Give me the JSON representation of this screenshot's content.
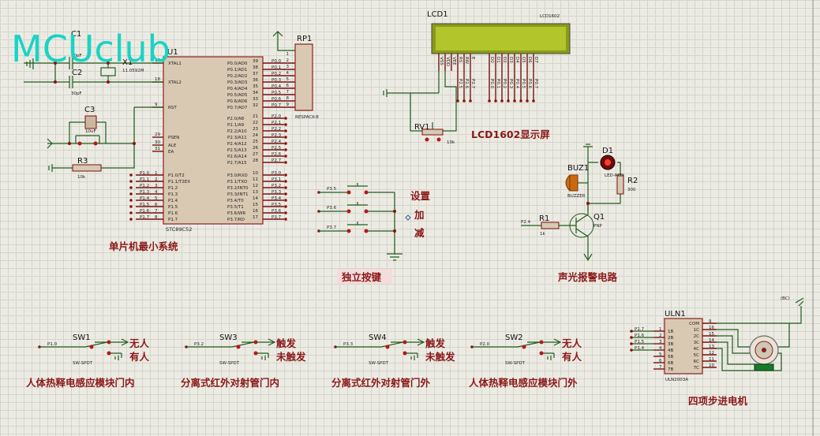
{
  "logo": "MCUclub",
  "mcu": {
    "ref": "U1",
    "part": "STC89C52",
    "left_pins": [
      {
        "n": "19",
        "name": "XTAL1"
      },
      {
        "n": "18",
        "name": "XTAL2"
      },
      {
        "n": "9",
        "name": "RST"
      },
      {
        "n": "29",
        "name": "PSEN"
      },
      {
        "n": "30",
        "name": "ALE"
      },
      {
        "n": "31",
        "name": "EA"
      }
    ],
    "p1_pins": [
      {
        "n": "1",
        "name": "P1.0/T2",
        "net": "P1.0"
      },
      {
        "n": "2",
        "name": "P1.1/T2EX",
        "net": "P1.1"
      },
      {
        "n": "3",
        "name": "P1.2",
        "net": "P1.2"
      },
      {
        "n": "4",
        "name": "P1.3",
        "net": "P1.3"
      },
      {
        "n": "5",
        "name": "P1.4",
        "net": "P1.4"
      },
      {
        "n": "6",
        "name": "P1.5",
        "net": "P1.5"
      },
      {
        "n": "7",
        "name": "P1.6",
        "net": "P1.6"
      },
      {
        "n": "8",
        "name": "P1.7",
        "net": "P1.7"
      }
    ],
    "p0_pins": [
      {
        "n": "39",
        "name": "P0.0/AD0",
        "net": "P0.0"
      },
      {
        "n": "38",
        "name": "P0.1/AD1",
        "net": "P0.1"
      },
      {
        "n": "37",
        "name": "P0.2/AD2",
        "net": "P0.2"
      },
      {
        "n": "36",
        "name": "P0.3/AD3",
        "net": "P0.3"
      },
      {
        "n": "35",
        "name": "P0.4/AD4",
        "net": "P0.4"
      },
      {
        "n": "34",
        "name": "P0.5/AD5",
        "net": "P0.5"
      },
      {
        "n": "33",
        "name": "P0.6/AD6",
        "net": "P0.6"
      },
      {
        "n": "32",
        "name": "P0.7/AD7",
        "net": "P0.7"
      }
    ],
    "p2_pins": [
      {
        "n": "21",
        "name": "P2.0/A8",
        "net": "P2.0"
      },
      {
        "n": "22",
        "name": "P2.1/A9",
        "net": "P2.1"
      },
      {
        "n": "23",
        "name": "P2.2/A10",
        "net": "P2.2"
      },
      {
        "n": "24",
        "name": "P2.3/A11",
        "net": "P2.3"
      },
      {
        "n": "25",
        "name": "P2.4/A12",
        "net": "P2.4"
      },
      {
        "n": "26",
        "name": "P2.5/A13",
        "net": "P2.5"
      },
      {
        "n": "27",
        "name": "P2.6/A14",
        "net": "P2.6"
      },
      {
        "n": "28",
        "name": "P2.7/A15",
        "net": "P2.7"
      }
    ],
    "p3_pins": [
      {
        "n": "10",
        "name": "P3.0/RXD",
        "net": "P3.0"
      },
      {
        "n": "11",
        "name": "P3.1/TXD",
        "net": "P3.1"
      },
      {
        "n": "12",
        "name": "P3.2/INT0",
        "net": "P3.2"
      },
      {
        "n": "13",
        "name": "P3.3/INT1",
        "net": "P3.3"
      },
      {
        "n": "14",
        "name": "P3.4/T0",
        "net": "P3.4"
      },
      {
        "n": "15",
        "name": "P3.5/T1",
        "net": "P3.5"
      },
      {
        "n": "16",
        "name": "P3.6/WR",
        "net": "P3.6"
      },
      {
        "n": "17",
        "name": "P3.7/RD",
        "net": "P3.7"
      }
    ]
  },
  "c1": {
    "ref": "C1",
    "value": "30pF"
  },
  "c2": {
    "ref": "C2",
    "value": "30pF"
  },
  "x1": {
    "ref": "X1",
    "value": "11.0592M"
  },
  "c3": {
    "ref": "C3",
    "value": "10uF"
  },
  "r3": {
    "ref": "R3",
    "value": "10k"
  },
  "rp1": {
    "ref": "RP1",
    "part": "RESPACK-8",
    "pins": [
      "1",
      "2",
      "3",
      "4",
      "5",
      "6",
      "7",
      "8",
      "9"
    ]
  },
  "lcd": {
    "ref": "LCD1",
    "part": "LCD1602",
    "pins": [
      "VSS",
      "VDD",
      "VEE",
      "RS",
      "RW",
      "E",
      "D0",
      "D1",
      "D2",
      "D3",
      "D4",
      "D5",
      "D6",
      "D7"
    ],
    "nets": [
      "P2.5",
      "P2.6",
      "P2.7",
      "P0.0",
      "P0.1",
      "P0.2",
      "P0.3",
      "P0.4",
      "P0.5",
      "P0.6",
      "P0.7"
    ]
  },
  "rv1": {
    "ref": "RV1",
    "value": "10k"
  },
  "buzzer": {
    "ref": "BUZ1",
    "part": "BUZZER"
  },
  "d1": {
    "ref": "D1",
    "part": "LED-RED"
  },
  "r2": {
    "ref": "R2",
    "value": "300"
  },
  "r1": {
    "ref": "R1",
    "value": "1k",
    "net": "P2.4"
  },
  "q1": {
    "ref": "Q1",
    "part": "PNP"
  },
  "buttons": {
    "nets": [
      "P3.5",
      "P3.6",
      "P3.7"
    ]
  },
  "uln": {
    "ref": "ULN1",
    "part": "ULN2003A",
    "in_pins": [
      "1B",
      "2B",
      "3B",
      "4B",
      "5B",
      "6B",
      "7B"
    ],
    "in_nums": [
      "1",
      "2",
      "3",
      "4",
      "5",
      "6",
      "7"
    ],
    "out_pins": [
      "COM",
      "1C",
      "2C",
      "3C",
      "4C",
      "5C",
      "6C",
      "7C"
    ],
    "out_nums": [
      "9",
      "16",
      "15",
      "14",
      "13",
      "12",
      "11",
      "10"
    ],
    "nets": [
      "P1.7",
      "P1.6",
      "P1.5",
      "P1.4"
    ]
  },
  "motor": {
    "net": "(BC)"
  },
  "switches": [
    {
      "ref": "SW1",
      "part": "SW-SPDT",
      "net": "P1.0",
      "top": "无人",
      "bottom": "有人",
      "caption": "人体热释电感应模块门内"
    },
    {
      "ref": "SW3",
      "part": "SW-SPDT",
      "net": "P3.2",
      "top": "触发",
      "bottom": "未触发",
      "caption": "分离式红外对射管门内"
    },
    {
      "ref": "SW4",
      "part": "SW-SPDT",
      "net": "P3.3",
      "top": "触发",
      "bottom": "未触发",
      "caption": "分离式红外对射管门外"
    },
    {
      "ref": "SW2",
      "part": "SW-SPDT",
      "net": "P2.0",
      "top": "无人",
      "bottom": "有人",
      "caption": "人体热释电感应模块门外"
    }
  ],
  "labels": {
    "mcu_system": "单片机最小系统",
    "lcd_display": "LCD1602显示屏",
    "key_set": "设置",
    "key_add": "加",
    "key_sub": "减",
    "keys": "独立按键",
    "alarm": "声光报警电路",
    "stepper": "四项步进电机"
  }
}
